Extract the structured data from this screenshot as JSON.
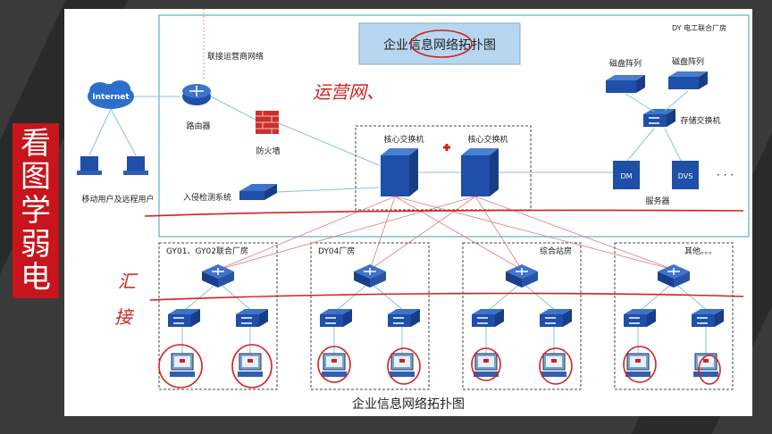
{
  "side_banner": {
    "chars": [
      "看",
      "图",
      "学",
      "弱",
      "电"
    ]
  },
  "diagram": {
    "title_box": "企业信息网络拓扑图",
    "isp_label": "联接运营商网络",
    "internet": "Internet",
    "router": "路由器",
    "firewall": "防火墙",
    "remote_users": "移动用户及远程用户",
    "ids": "入侵检测系统",
    "core_switch_1": "核心交换机",
    "core_switch_2": "核心交换机",
    "dy_label": "DY  电工联合厂房",
    "disk_array_1": "磁盘阵列",
    "disk_array_2": "磁盘阵列",
    "storage_switch": "存储交换机",
    "servers": "服务器",
    "dm": "DM",
    "dvs": "DVS",
    "ellipsis": "· · ·",
    "groups": [
      {
        "label": "GY01、GY02联合厂房"
      },
      {
        "label": "DY04厂房"
      },
      {
        "label": "综合站房"
      },
      {
        "label": "其他。。。"
      }
    ],
    "caption": "企业信息网络拓扑图"
  },
  "annotations": {
    "note_1": "运营网、",
    "note_2": "汇",
    "note_3": "接"
  },
  "colors": {
    "accent_red": "#d42020",
    "device_blue": "#1f4fa8",
    "link_cyan": "#7fc6d9",
    "link_red": "#e07a7a"
  }
}
